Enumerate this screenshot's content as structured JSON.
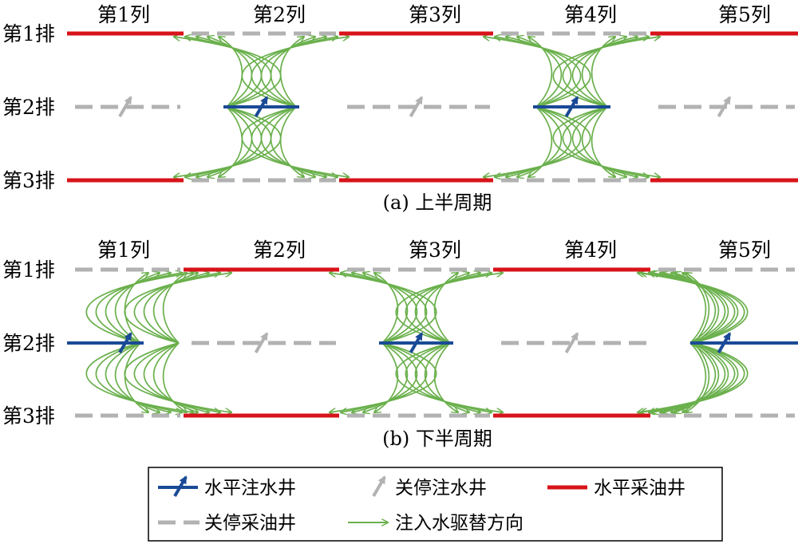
{
  "colors": {
    "producer": "#d7141a",
    "injector": "#1a4a96",
    "closed": "#b2b2b2",
    "flow": "#6ab04c"
  },
  "panels": [
    {
      "caption": "(a) 上半周期",
      "columns": [
        "第1列",
        "第2列",
        "第3列",
        "第4列",
        "第5列"
      ],
      "rows": [
        "第1排",
        "第2排",
        "第3排"
      ],
      "row_wells": [
        [
          "producer",
          "closed_producer",
          "producer",
          "closed_producer",
          "producer"
        ],
        [
          "closed_injector",
          "injector",
          "closed_injector",
          "injector",
          "closed_injector"
        ],
        [
          "producer",
          "closed_producer",
          "producer",
          "closed_producer",
          "producer"
        ]
      ]
    },
    {
      "caption": "(b) 下半周期",
      "columns": [
        "第1列",
        "第2列",
        "第3列",
        "第4列",
        "第5列"
      ],
      "rows": [
        "第1排",
        "第2排",
        "第3排"
      ],
      "row_wells": [
        [
          "closed_producer",
          "producer",
          "closed_producer",
          "producer",
          "closed_producer"
        ],
        [
          "injector",
          "closed_injector",
          "injector",
          "closed_injector",
          "injector"
        ],
        [
          "closed_producer",
          "producer",
          "closed_producer",
          "producer",
          "closed_producer"
        ]
      ]
    }
  ],
  "legend": {
    "injector": "水平注水井",
    "closed_injector": "关停注水井",
    "producer": "水平采油井",
    "closed_producer": "关停采油井",
    "flow": "注入水驱替方向"
  }
}
